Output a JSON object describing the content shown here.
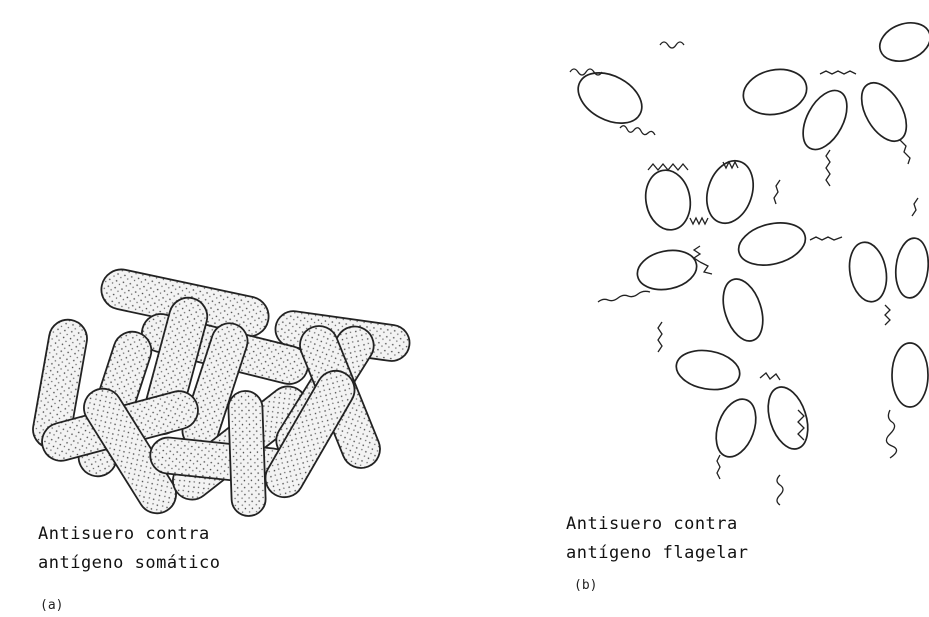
{
  "panel_a": {
    "caption_line1": "Antisuero contra",
    "caption_line2": "antígeno somático",
    "tag": "(a)"
  },
  "panel_b": {
    "caption_line1": "Antisuero contra",
    "caption_line2": "antígeno flagelar",
    "tag": "(b)"
  },
  "colors": {
    "ink": "#222222",
    "dot": "#555555",
    "background": "#ffffff"
  }
}
